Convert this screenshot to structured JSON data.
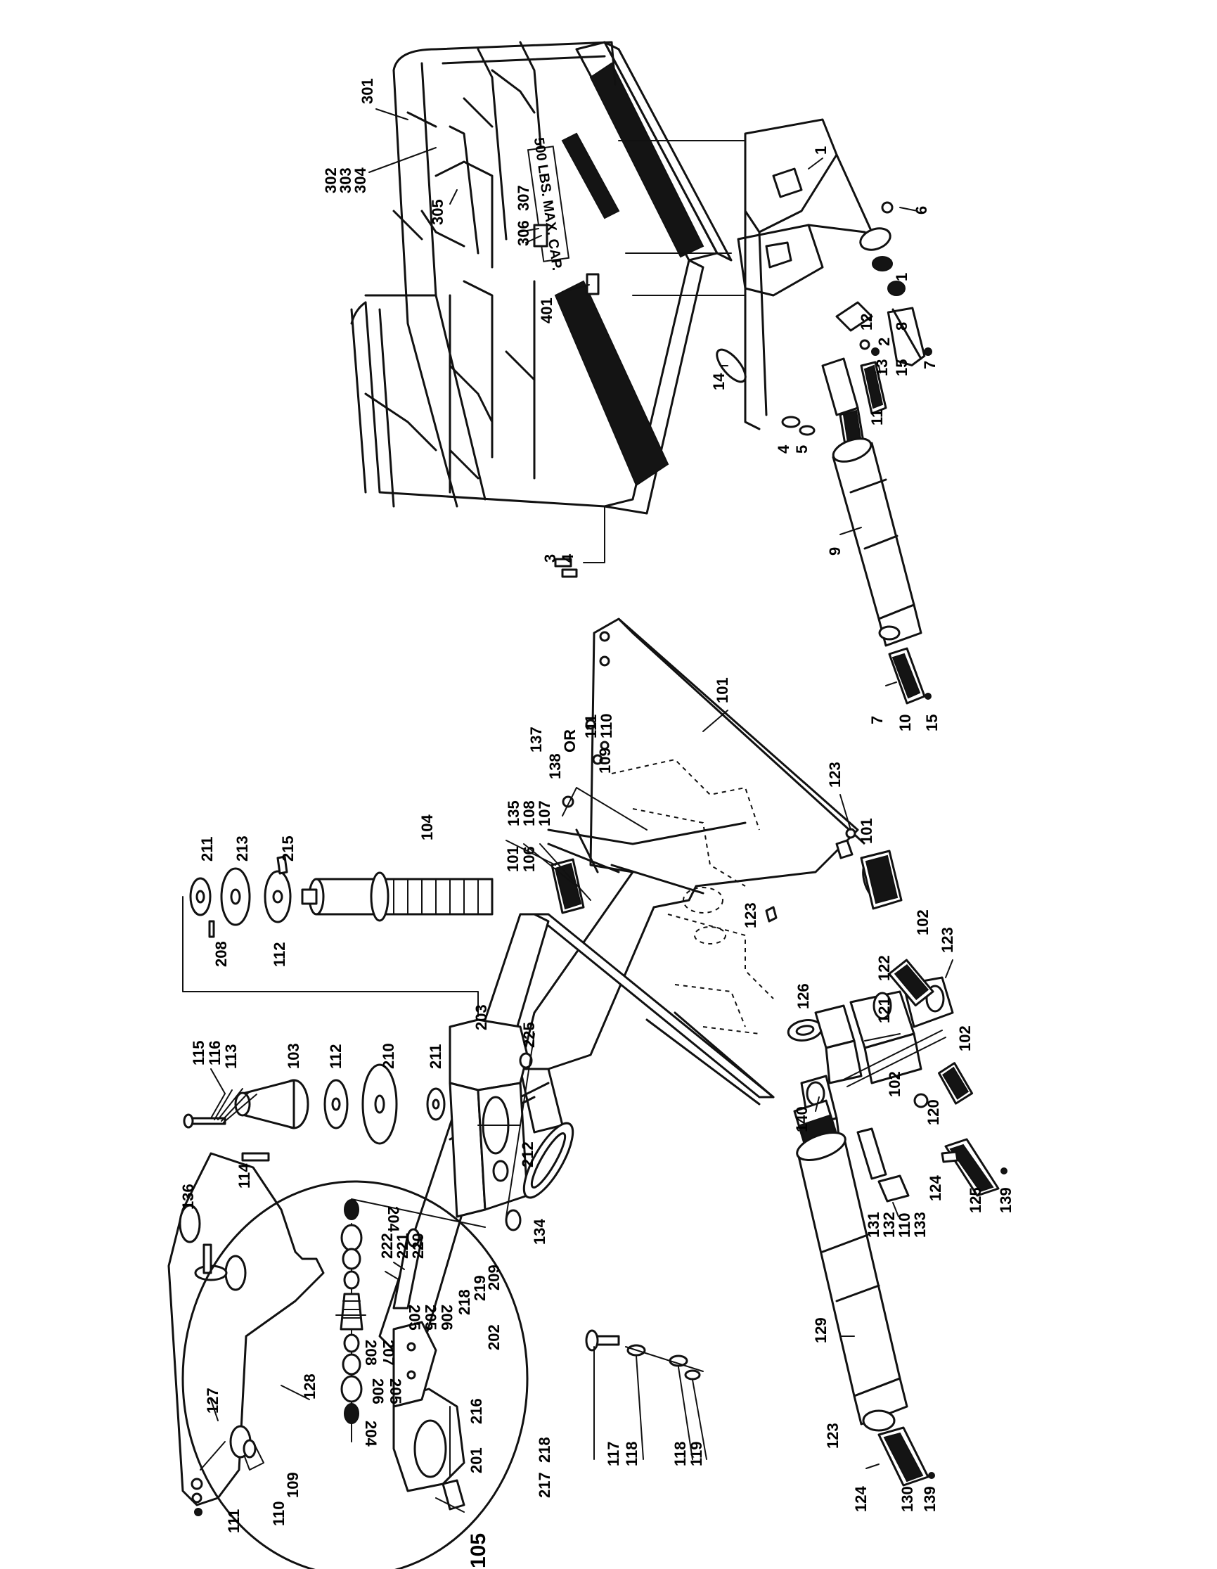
{
  "decal": {
    "text": "500 LBS. MAX. CAP."
  },
  "callouts": {
    "c1": "1",
    "c1b": "1",
    "c2": "2",
    "c3": "3",
    "c4": "4",
    "c4b": "4",
    "c5": "5",
    "c6": "6",
    "c7": "7",
    "c7b": "7",
    "c8": "8",
    "c9": "9",
    "c10": "10",
    "c11": "11",
    "c12": "12",
    "c13": "13",
    "c14": "14",
    "c15": "15",
    "c15b": "15",
    "c101a": "101",
    "c101b": "101",
    "c101c": "101",
    "c102a": "102",
    "c102b": "102",
    "c102c": "102",
    "c103": "103",
    "c104": "104",
    "c105": "105",
    "c106": "106",
    "c107": "107",
    "c108": "108",
    "c109a": "109",
    "c109b": "109",
    "c110a": "110",
    "c110b": "110",
    "c110c": "110",
    "c111a": "111",
    "c111b": "111",
    "c112a": "112",
    "c112b": "112",
    "c113": "113",
    "c114": "114",
    "c115": "115",
    "c116": "116",
    "c117": "117",
    "c118a": "118",
    "c118b": "118",
    "c119": "119",
    "c120": "120",
    "c121": "121",
    "c122": "122",
    "c123a": "123",
    "c123b": "123",
    "c123c": "123",
    "c123d": "123",
    "c124a": "124",
    "c124b": "124",
    "c125": "125",
    "c126": "126",
    "c127": "127",
    "c128": "128",
    "c129": "129",
    "c130": "130",
    "c131": "131",
    "c132": "132",
    "c133": "133",
    "c134": "134",
    "c135": "135",
    "c136": "136",
    "c137": "137",
    "c138": "138",
    "c139a": "139",
    "c139b": "139",
    "c140": "140",
    "cOR": "OR",
    "c201": "201",
    "c202": "202",
    "c203": "203",
    "c204a": "204",
    "c204b": "204",
    "c205a": "205",
    "c205b": "205",
    "c205c": "205",
    "c206a": "206",
    "c206b": "206",
    "c207": "207",
    "c208a": "208",
    "c208b": "208",
    "c209": "209",
    "c210": "210",
    "c211a": "211",
    "c211b": "211",
    "c212": "212",
    "c213": "213",
    "c215": "215",
    "c216": "216",
    "c217": "217",
    "c218a": "218",
    "c218b": "218",
    "c219": "219",
    "c220": "220",
    "c221": "221",
    "c222": "222",
    "c225": "225",
    "c301": "301",
    "c302": "302",
    "c303": "303",
    "c304": "304",
    "c305": "305",
    "c306": "306",
    "c307": "307",
    "c401": "401"
  }
}
